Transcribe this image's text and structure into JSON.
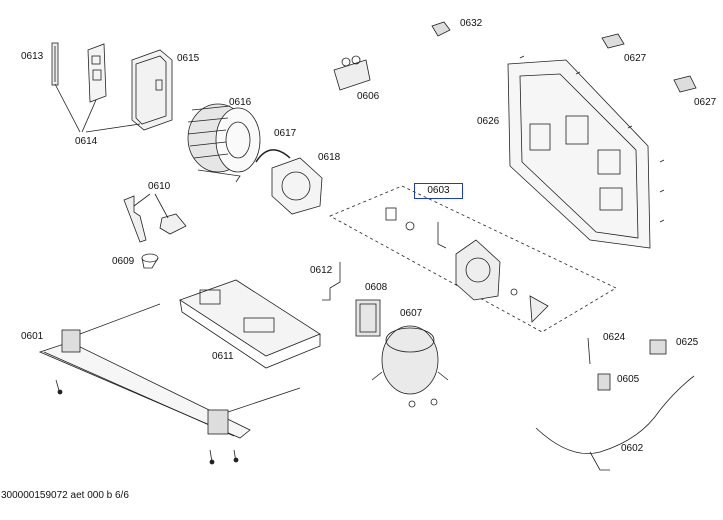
{
  "labels": {
    "p0613": "0613",
    "p0614": "0614",
    "p0615": "0615",
    "p0616": "0616",
    "p0617": "0617",
    "p0618": "0618",
    "p0610": "0610",
    "p0609": "0609",
    "p0601": "0601",
    "p0611": "0611",
    "p0612": "0612",
    "p0608": "0608",
    "p0607": "0607",
    "p0606": "0606",
    "p0632": "0632",
    "p0627a": "0627",
    "p0627b": "0627",
    "p0626": "0626",
    "p0603": "0603",
    "p0624": "0624",
    "p0625": "0625",
    "p0605": "0605",
    "p0602": "0602"
  },
  "footer": "300000159072 aet 000 b 6/6",
  "colors": {
    "line": "#222222",
    "highlight": "#1f3fb0"
  }
}
